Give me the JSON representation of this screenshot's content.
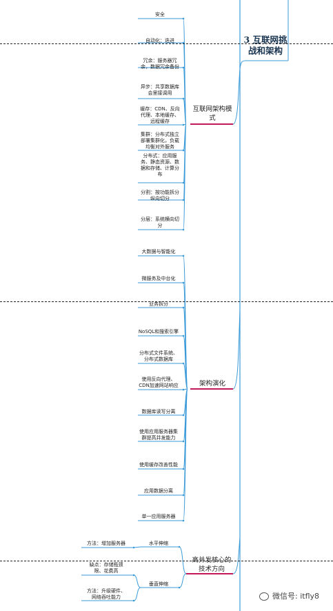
{
  "root": {
    "title": "3 互联网挑\n战和架构"
  },
  "branches": {
    "patterns": {
      "label": "互联网架构模\n式",
      "items": [
        "安全",
        "自动化：迭进",
        "冗余：服务器冗\n余，数据冗余备份",
        "异步：共享数据库\n会里接调用",
        "缓存：CDN、反向\n代理、本地缓存、\n远程缓存",
        "集群：分布式独立\n部署集群化，负载\n均衡对外服务",
        "分布式：应用服\n务、静态资源、数\n据和存储、计算分\n布",
        "分割：按功能拆分\n纵向切分",
        "分层：系统横向切\n分"
      ]
    },
    "evolution": {
      "label": "架构演化",
      "items": [
        "大数据与智能化",
        "微服务及中台化",
        "业务拆分",
        "NoSQL和搜索引擎",
        "分布式文件系统、\n分布式数据库",
        "使用反向代理、\nCDN加速网站响应",
        "数据库读写分离",
        "使用应用服务器集\n群提高并发能力",
        "使用缓存改善性能",
        "应用数据分离",
        "单一应用服务器"
      ]
    },
    "concurrency": {
      "label": "高并发核心的\n技术方向",
      "children": [
        {
          "label": "水平伸缩",
          "items": [
            "方法：增加服务器"
          ]
        },
        {
          "label": "垂直伸缩",
          "items": [
            "缺点：存储瓶颈\n限、花费高",
            "方法：升级硬件、\n网络吞吐能力"
          ]
        }
      ]
    }
  },
  "watermark": {
    "icon": "wechat-icon",
    "text": "微信号: itfly8"
  },
  "colors": {
    "line": "#3a9ad9",
    "accent": "#c2185b",
    "title": "#1a3550"
  }
}
